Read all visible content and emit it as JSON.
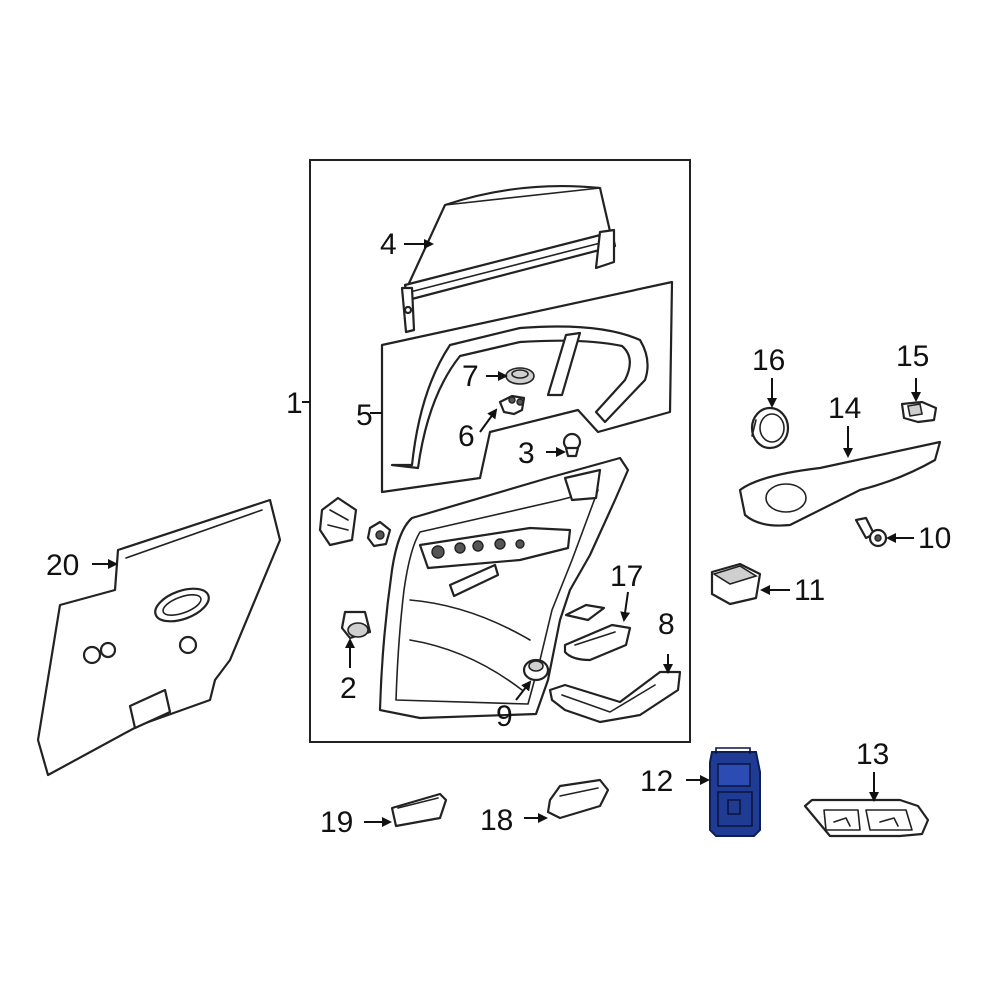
{
  "callouts": {
    "c1": "1",
    "c2": "2",
    "c3": "3",
    "c4": "4",
    "c5": "5",
    "c6": "6",
    "c7": "7",
    "c8": "8",
    "c9": "9",
    "c10": "10",
    "c11": "11",
    "c12": "12",
    "c13": "13",
    "c14": "14",
    "c15": "15",
    "c16": "16",
    "c17": "17",
    "c18": "18",
    "c19": "19",
    "c20": "20"
  },
  "highlight": {
    "part_number": "12",
    "color": "#1f3b93"
  },
  "colors": {
    "line": "#222222",
    "background": "#ffffff"
  }
}
